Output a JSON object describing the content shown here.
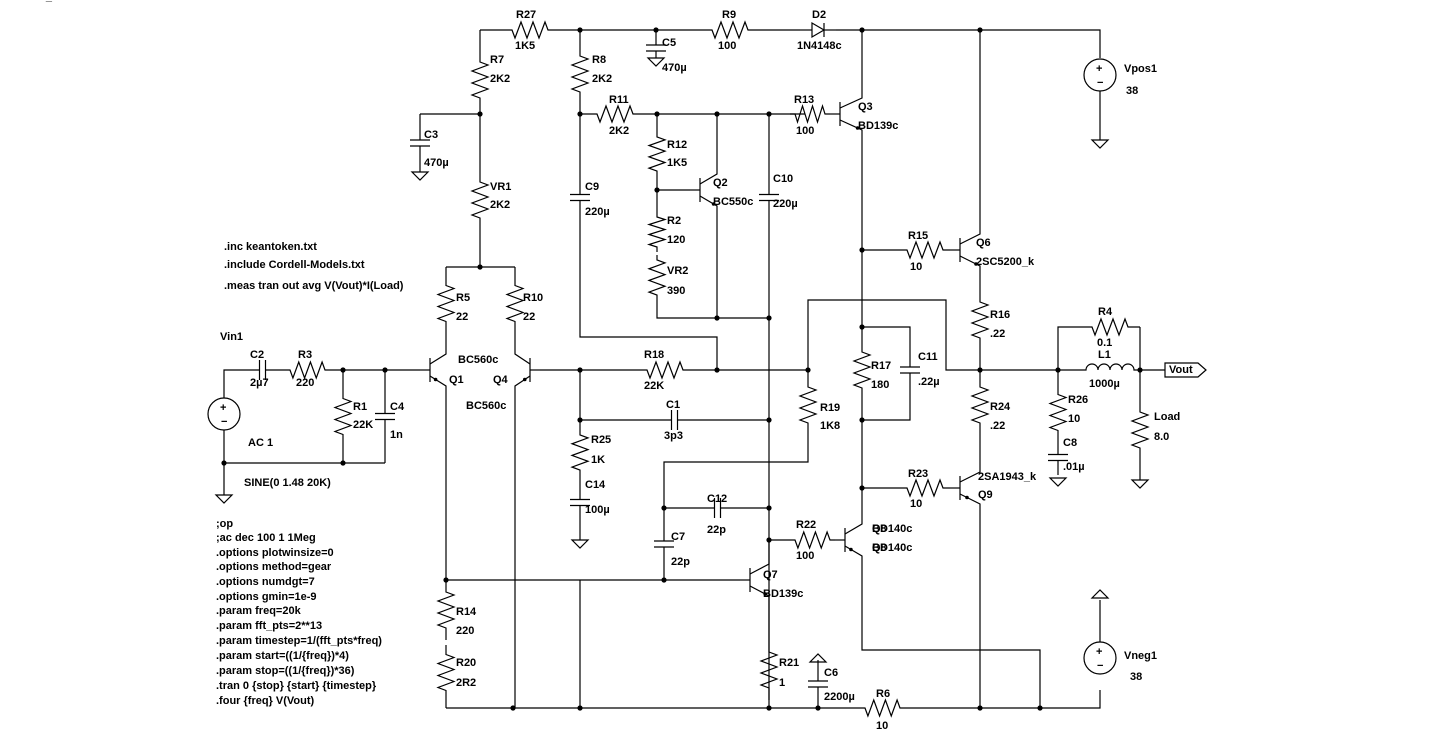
{
  "directives": {
    "inc1": ".inc keantoken.txt",
    "inc2": ".include Cordell-Models.txt",
    "meas": ".meas tran out avg V(Vout)*I(Load)",
    "list": [
      ";op",
      ";ac dec 100 1 1Meg",
      ".options plotwinsize=0",
      ".options method=gear",
      ".options numdgt=7",
      ".options gmin=1e-9",
      ".param freq=20k",
      ".param fft_pts=2**13",
      ".param timestep=1/(fft_pts*freq)",
      ".param start=((1/{freq})*4)",
      ".param stop=((1/{freq})*36)",
      ".tran 0 {stop} {start} {timestep}",
      ".four {freq} V(Vout)"
    ]
  },
  "sources": {
    "vin": {
      "name": "Vin1",
      "ac": "AC 1",
      "sine": "SINE(0 1.48 20K)"
    },
    "vpos": {
      "name": "Vpos1",
      "value": "38"
    },
    "vneg": {
      "name": "Vneg1",
      "value": "38"
    }
  },
  "labels": {
    "vout": "Vout",
    "load_name": "Load",
    "load_value": "8.0"
  },
  "components": [
    {
      "key": "R27",
      "name": "R27",
      "value": "1K5"
    },
    {
      "key": "R9",
      "name": "R9",
      "value": "100"
    },
    {
      "key": "D2",
      "name": "D2",
      "value": "1N4148c"
    },
    {
      "key": "R7",
      "name": "R7",
      "value": "2K2"
    },
    {
      "key": "R8",
      "name": "R8",
      "value": "2K2"
    },
    {
      "key": "C5",
      "name": "C5",
      "value": "470µ"
    },
    {
      "key": "C3",
      "name": "C3",
      "value": "470µ"
    },
    {
      "key": "R11",
      "name": "R11",
      "value": "2K2"
    },
    {
      "key": "R13",
      "name": "R13",
      "value": "100"
    },
    {
      "key": "Q3",
      "name": "Q3",
      "value": "BD139c"
    },
    {
      "key": "R12",
      "name": "R12",
      "value": "1K5"
    },
    {
      "key": "Q2",
      "name": "Q2",
      "value": "BC550c"
    },
    {
      "key": "C9",
      "name": "C9",
      "value": "220µ"
    },
    {
      "key": "C10",
      "name": "C10",
      "value": "220µ"
    },
    {
      "key": "VR1",
      "name": "VR1",
      "value": "2K2"
    },
    {
      "key": "R2",
      "name": "R2",
      "value": "120"
    },
    {
      "key": "VR2",
      "name": "VR2",
      "value": "390"
    },
    {
      "key": "R15",
      "name": "R15",
      "value": "10"
    },
    {
      "key": "Q6",
      "name": "Q6",
      "value": "2SC5200_k"
    },
    {
      "key": "R5",
      "name": "R5",
      "value": "22"
    },
    {
      "key": "R10",
      "name": "R10",
      "value": "22"
    },
    {
      "key": "R16",
      "name": "R16",
      "value": ".22"
    },
    {
      "key": "R4",
      "name": "R4",
      "value": "0.1"
    },
    {
      "key": "L1",
      "name": "L1",
      "value": "1000µ"
    },
    {
      "key": "C2",
      "name": "C2",
      "value": "2µ7"
    },
    {
      "key": "R3",
      "name": "R3",
      "value": "220"
    },
    {
      "key": "Q1",
      "name": "Q1",
      "value": "BC560c"
    },
    {
      "key": "Q4",
      "name": "Q4",
      "value": "BC560c"
    },
    {
      "key": "R18",
      "name": "R18",
      "value": "22K"
    },
    {
      "key": "R17",
      "name": "R17",
      "value": "180"
    },
    {
      "key": "C11",
      "name": "C11",
      "value": ".22µ"
    },
    {
      "key": "R1",
      "name": "R1",
      "value": "22K"
    },
    {
      "key": "C4",
      "name": "C4",
      "value": "1n"
    },
    {
      "key": "C1",
      "name": "C1",
      "value": "3p3"
    },
    {
      "key": "R19",
      "name": "R19",
      "value": "1K8"
    },
    {
      "key": "R24",
      "name": "R24",
      "value": ".22"
    },
    {
      "key": "R26",
      "name": "R26",
      "value": "10"
    },
    {
      "key": "C8",
      "name": "C8",
      "value": ".01µ"
    },
    {
      "key": "R25",
      "name": "R25",
      "value": "1K"
    },
    {
      "key": "C14",
      "name": "C14",
      "value": "100µ"
    },
    {
      "key": "R23",
      "name": "R23",
      "value": "10"
    },
    {
      "key": "Q9",
      "name": "Q9",
      "value": "2SA1943_k"
    },
    {
      "key": "C12",
      "name": "C12",
      "value": "22p"
    },
    {
      "key": "C7",
      "name": "C7",
      "value": "22p"
    },
    {
      "key": "R22",
      "name": "R22",
      "value": "100"
    },
    {
      "key": "Q8",
      "name": "Q8",
      "value": "BD140c"
    },
    {
      "key": "Q7",
      "name": "Q7",
      "value": "BD139c"
    },
    {
      "key": "R14",
      "name": "R14",
      "value": "220"
    },
    {
      "key": "R20",
      "name": "R20",
      "value": "2R2"
    },
    {
      "key": "R21",
      "name": "R21",
      "value": "1"
    },
    {
      "key": "C6",
      "name": "C6",
      "value": "2200µ"
    },
    {
      "key": "R6",
      "name": "R6",
      "value": "10"
    }
  ]
}
